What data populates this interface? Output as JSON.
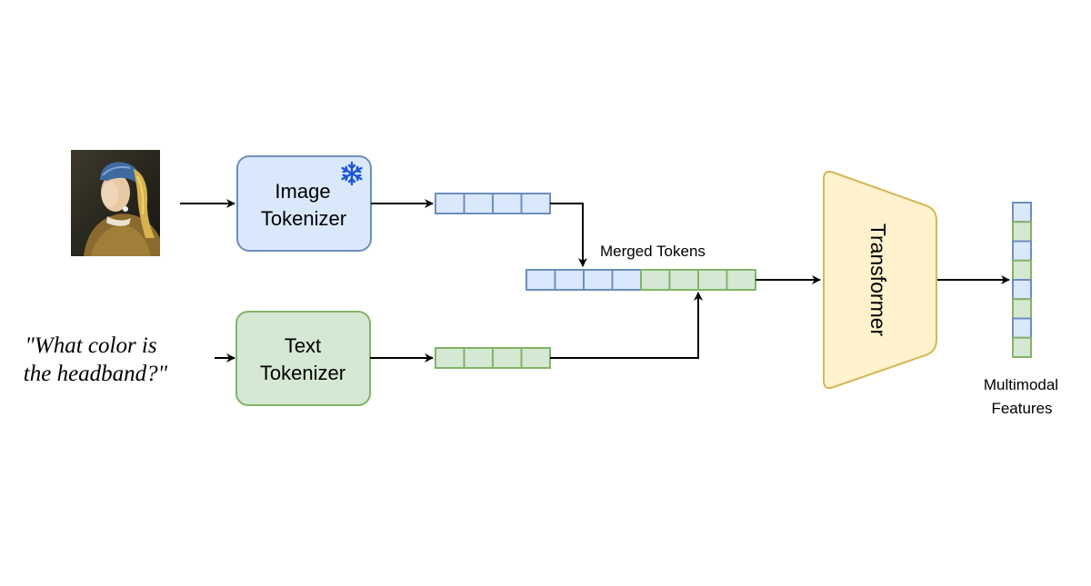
{
  "input_image": {
    "icon": "portrait-painting-thumbnail"
  },
  "text_prompt": {
    "line1": "\"What color is",
    "line2": "the headband?\""
  },
  "image_tokenizer": {
    "line1": "Image",
    "line2": "Tokenizer",
    "frozen_icon": "snowflake-icon",
    "fill": "#dae8fc",
    "stroke": "#6c8ebf"
  },
  "text_tokenizer": {
    "line1": "Text",
    "line2": "Tokenizer",
    "fill": "#d5e8d4",
    "stroke": "#82b366"
  },
  "merged_tokens": {
    "label": "Merged Tokens"
  },
  "transformer": {
    "label": "Transformer",
    "fill": "#fff2cc",
    "stroke": "#d6b656"
  },
  "output": {
    "line1": "Multimodal",
    "line2": "Features"
  },
  "colors": {
    "image_token_fill": "#dae8fc",
    "image_token_stroke": "#6c8ebf",
    "text_token_fill": "#d5e8d4",
    "text_token_stroke": "#82b366",
    "arrow": "#000000",
    "snowflake": "#1a56db"
  }
}
